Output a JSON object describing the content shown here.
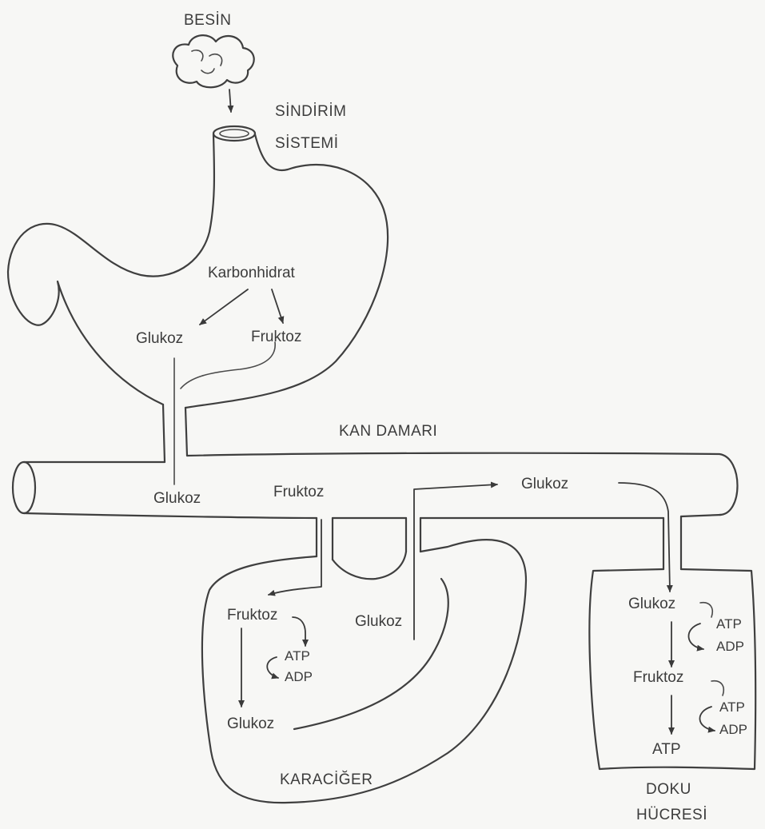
{
  "labels": {
    "food": "BESİN",
    "digestive_system_line1": "SİNDİRİM",
    "digestive_system_line2": "SİSTEMİ",
    "carbohydrate": "Karbonhidrat",
    "stomach_glucose": "Glukoz",
    "stomach_fructose": "Fruktoz",
    "blood_vessel": "KAN DAMARI",
    "vessel_glucose_left": "Glukoz",
    "vessel_fructose": "Fruktoz",
    "vessel_glucose_right": "Glukoz",
    "liver_fructose": "Fruktoz",
    "liver_glucose_mid": "Glukoz",
    "liver_atp": "ATP",
    "liver_adp": "ADP",
    "liver_glucose_bottom": "Glukoz",
    "liver": "KARACİĞER",
    "cell_glucose": "Glukoz",
    "cell_atp_1": "ATP",
    "cell_adp_1": "ADP",
    "cell_fructose": "Fruktoz",
    "cell_atp_2": "ATP",
    "cell_adp_2": "ADP",
    "cell_atp_out": "ATP",
    "tissue_cell_line1": "DOKU",
    "tissue_cell_line2": "HÜCRESİ"
  },
  "colors": {
    "ink": "#3f3f3f",
    "background": "#f7f7f5"
  }
}
